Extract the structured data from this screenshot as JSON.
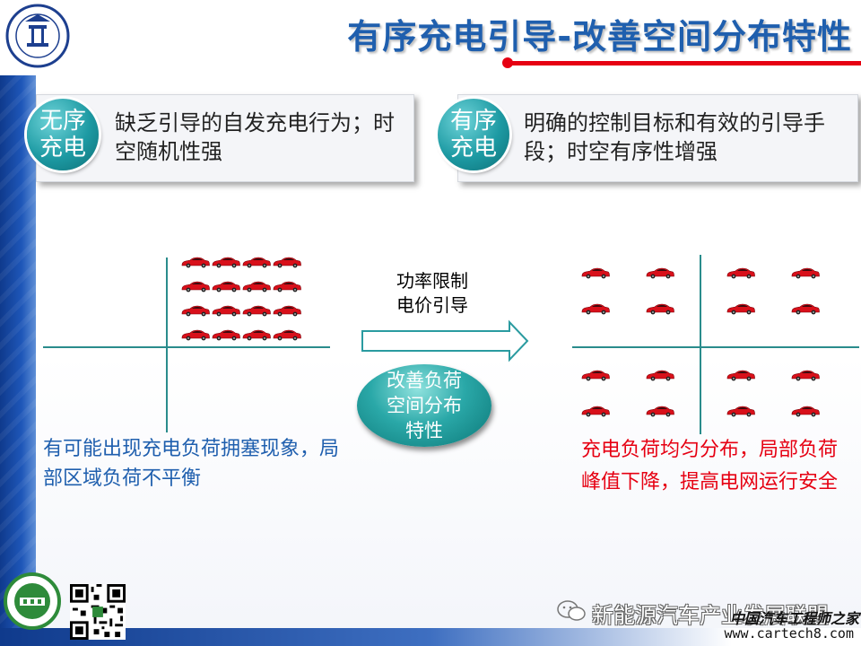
{
  "slide": {
    "title": "有序充电引导-改善空间分布特性",
    "left_box": {
      "badge": [
        "无序",
        "充电"
      ],
      "text": "缺乏引导的自发充电行为；时空随机性强"
    },
    "right_box": {
      "badge": [
        "有序",
        "充电"
      ],
      "text": "明确的控制目标和有效的引导手段；时空有序性增强"
    },
    "arrow_label": [
      "功率限制",
      "电价引导"
    ],
    "oval_label": [
      "改善负荷",
      "空间分布",
      "特性"
    ],
    "left_caption": "有可能出现充电负荷拥塞现象，局部区域负荷不平衡",
    "right_caption": "充电负荷均匀分布，局部负荷峰值下降，提高电网运行安全",
    "colors": {
      "title": "#1f5fae",
      "accent_red": "#e60012",
      "teal": "#1d9aa3",
      "blue_text": "#1f5fae"
    }
  },
  "left_panel": {
    "car_rows": 4,
    "car_cols": 4,
    "car_icon": "red-car-icon"
  },
  "right_panel": {
    "car_rows": 2,
    "car_cols": 2,
    "quadrants": 4,
    "car_icon": "red-car-icon"
  },
  "footer": {
    "wechat_text": "新能源汽车产业发展联盟",
    "site_cn": "中国汽车工程师之家",
    "site_url": "www.cartech8.com",
    "logo_left": "csi-logo",
    "qr": "qr-code-icon"
  }
}
